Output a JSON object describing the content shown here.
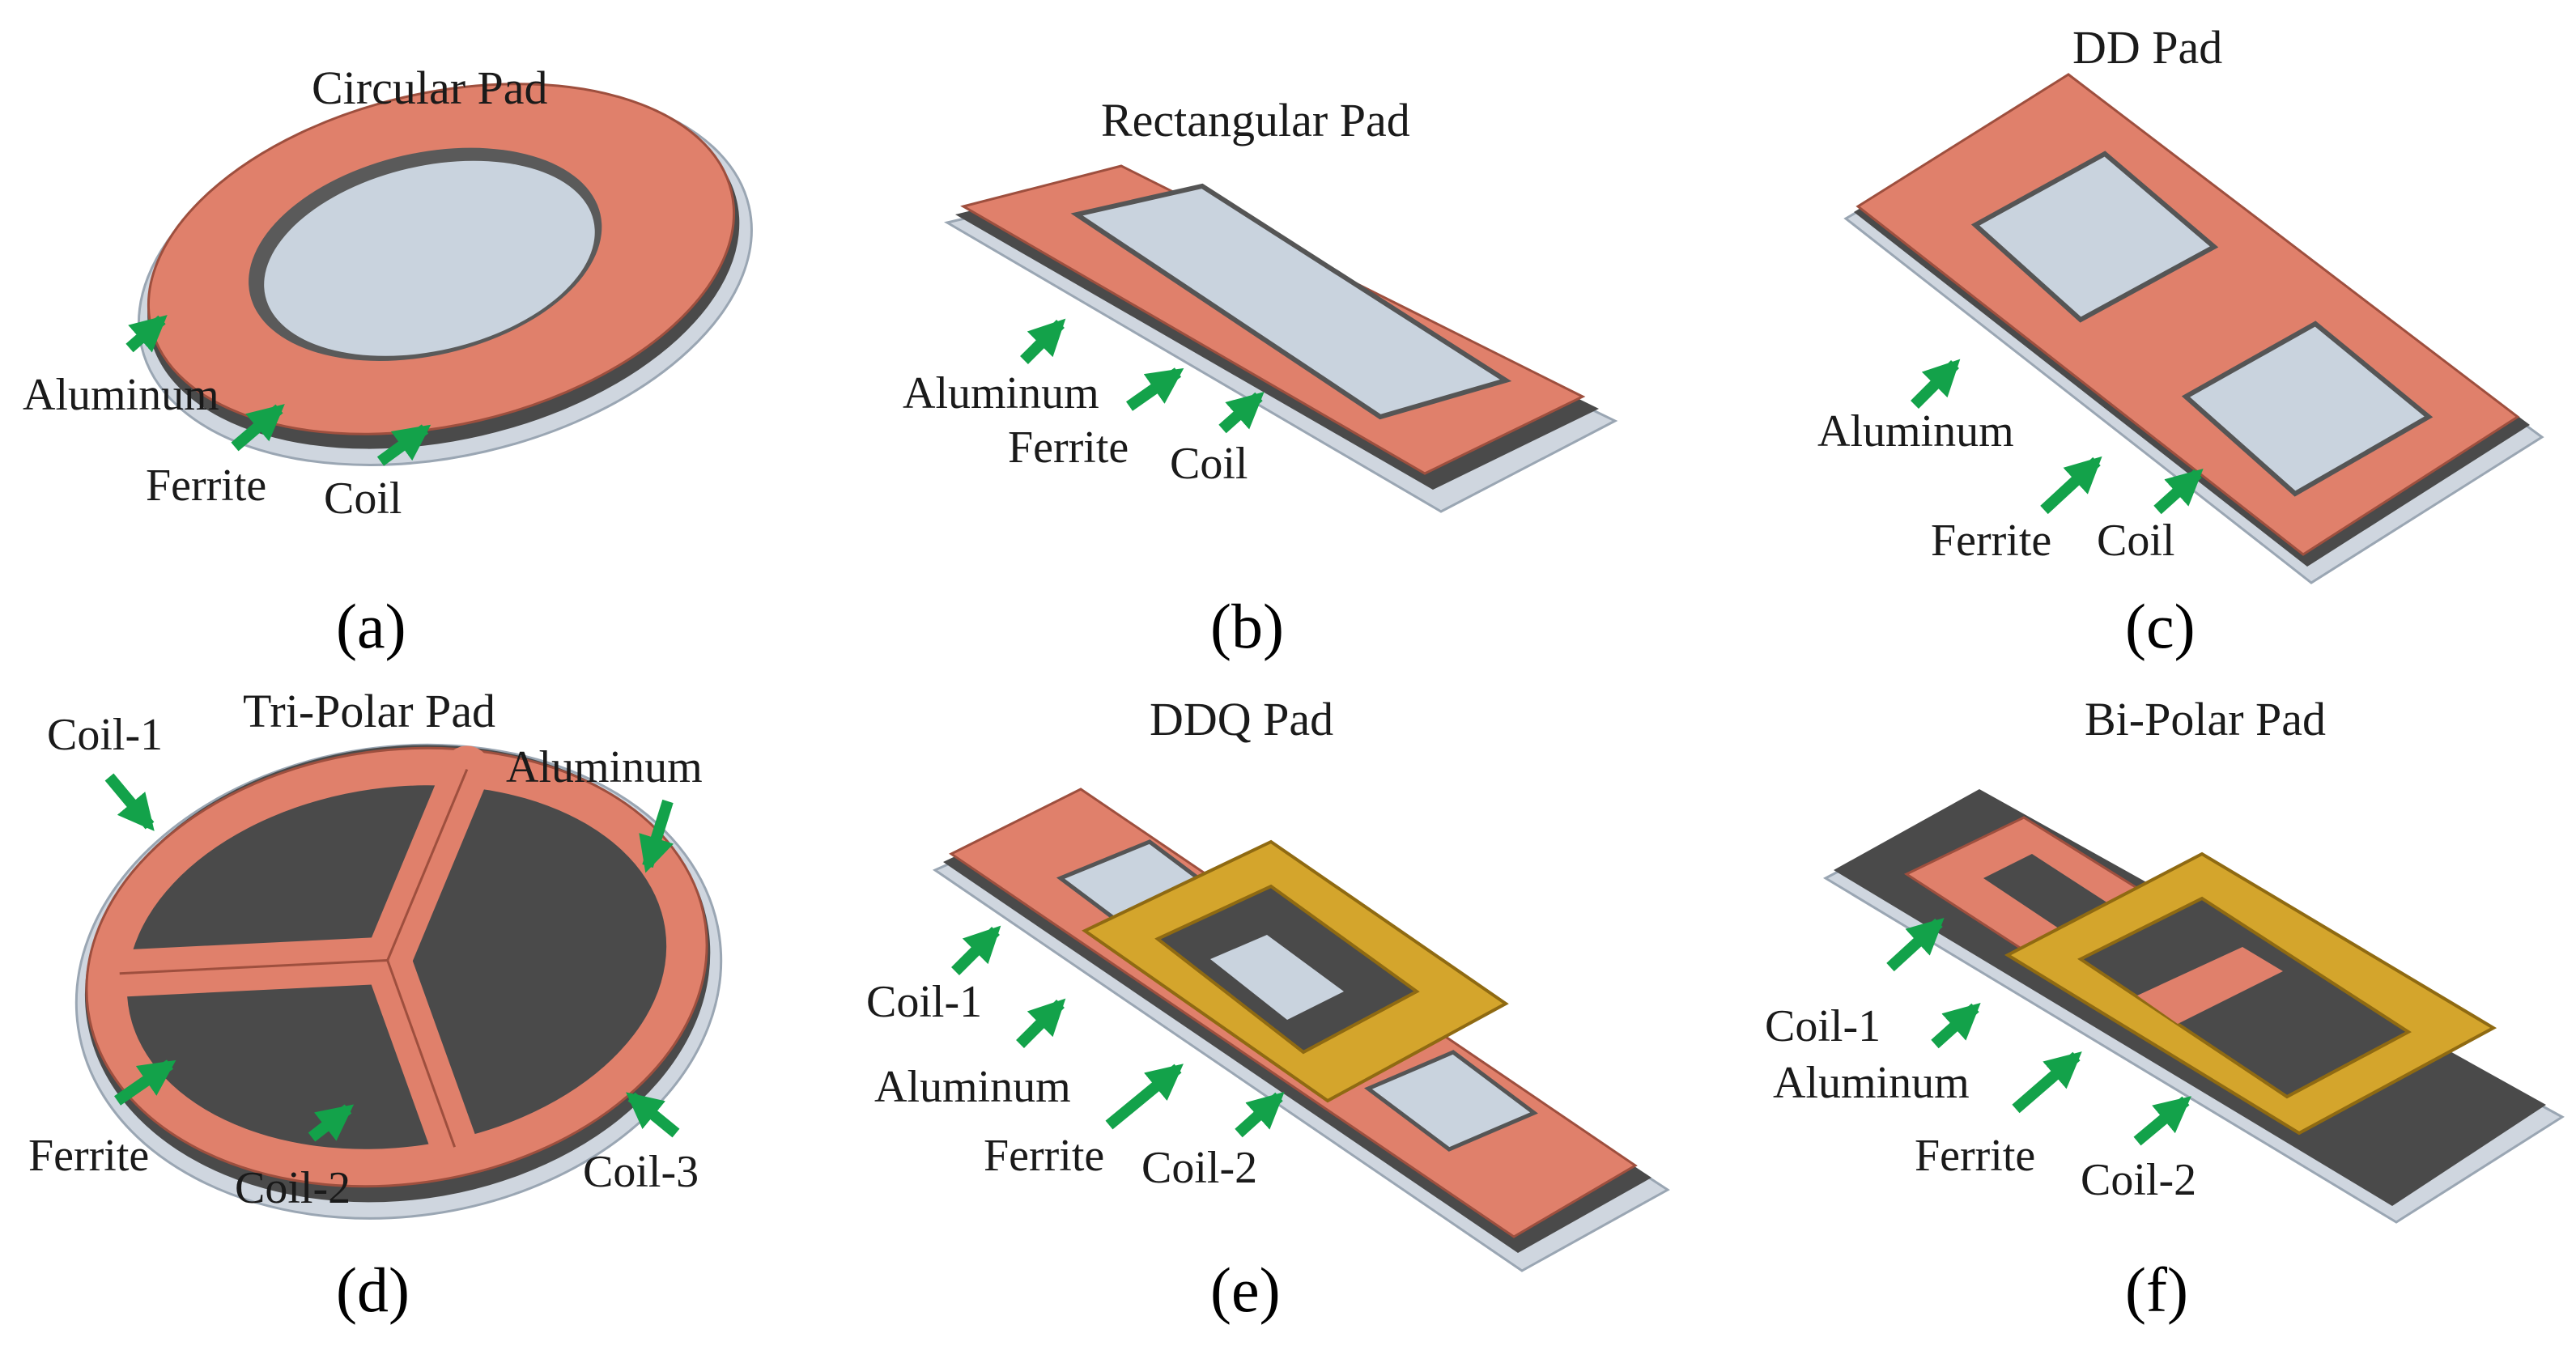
{
  "colors": {
    "coil": "#e0806b",
    "coil_edge": "#9e4f3e",
    "ferrite": "#4a4a4a",
    "aluminum": "#cfd6df",
    "aluminum_edge": "#9aa6b3",
    "inner_plate": "#c9d3de",
    "coil_gold": "#d4a52c",
    "coil_gold_edge": "#8f6a12",
    "arrow": "#13a24a"
  },
  "panels": [
    {
      "letter": "(a)",
      "title": "Circular Pad",
      "labels": {
        "aluminum": "Aluminum",
        "ferrite": "Ferrite",
        "coil": "Coil"
      }
    },
    {
      "letter": "(b)",
      "title": "Rectangular Pad",
      "labels": {
        "aluminum": "Aluminum",
        "ferrite": "Ferrite",
        "coil": "Coil"
      }
    },
    {
      "letter": "(c)",
      "title": "DD Pad",
      "labels": {
        "aluminum": "Aluminum",
        "ferrite": "Ferrite",
        "coil": "Coil"
      }
    },
    {
      "letter": "(d)",
      "title": "Tri-Polar Pad",
      "labels": {
        "coil1": "Coil-1",
        "aluminum": "Aluminum",
        "ferrite": "Ferrite",
        "coil2": "Coil-2",
        "coil3": "Coil-3"
      }
    },
    {
      "letter": "(e)",
      "title": "DDQ Pad",
      "labels": {
        "coil1": "Coil-1",
        "aluminum": "Aluminum",
        "ferrite": "Ferrite",
        "coil2": "Coil-2"
      }
    },
    {
      "letter": "(f)",
      "title": "Bi-Polar Pad",
      "labels": {
        "coil1": "Coil-1",
        "aluminum": "Aluminum",
        "ferrite": "Ferrite",
        "coil2": "Coil-2"
      }
    }
  ]
}
